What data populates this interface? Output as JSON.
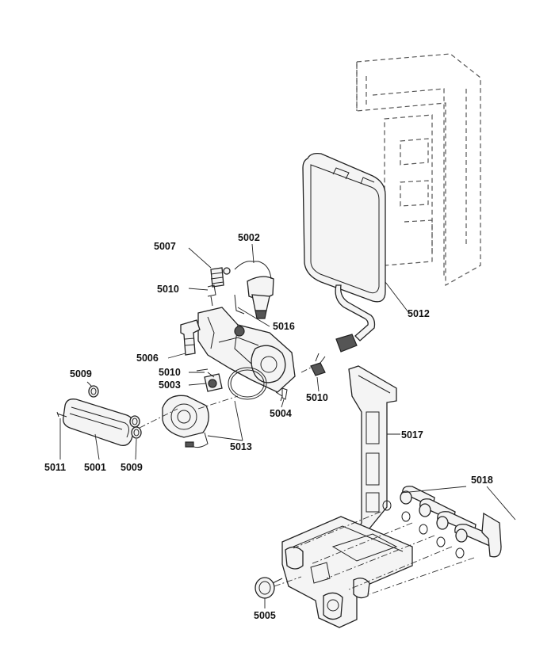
{
  "labels": {
    "p5001": "5001",
    "p5002": "5002",
    "p5003": "5003",
    "p5004": "5004",
    "p5005": "5005",
    "p5006": "5006",
    "p5007": "5007",
    "p5009a": "5009",
    "p5009b": "5009",
    "p5010a": "5010",
    "p5010b": "5010",
    "p5010c": "5010",
    "p5011": "5011",
    "p5012": "5012",
    "p5013": "5013",
    "p5016": "5016",
    "p5017": "5017",
    "p5018": "5018"
  }
}
